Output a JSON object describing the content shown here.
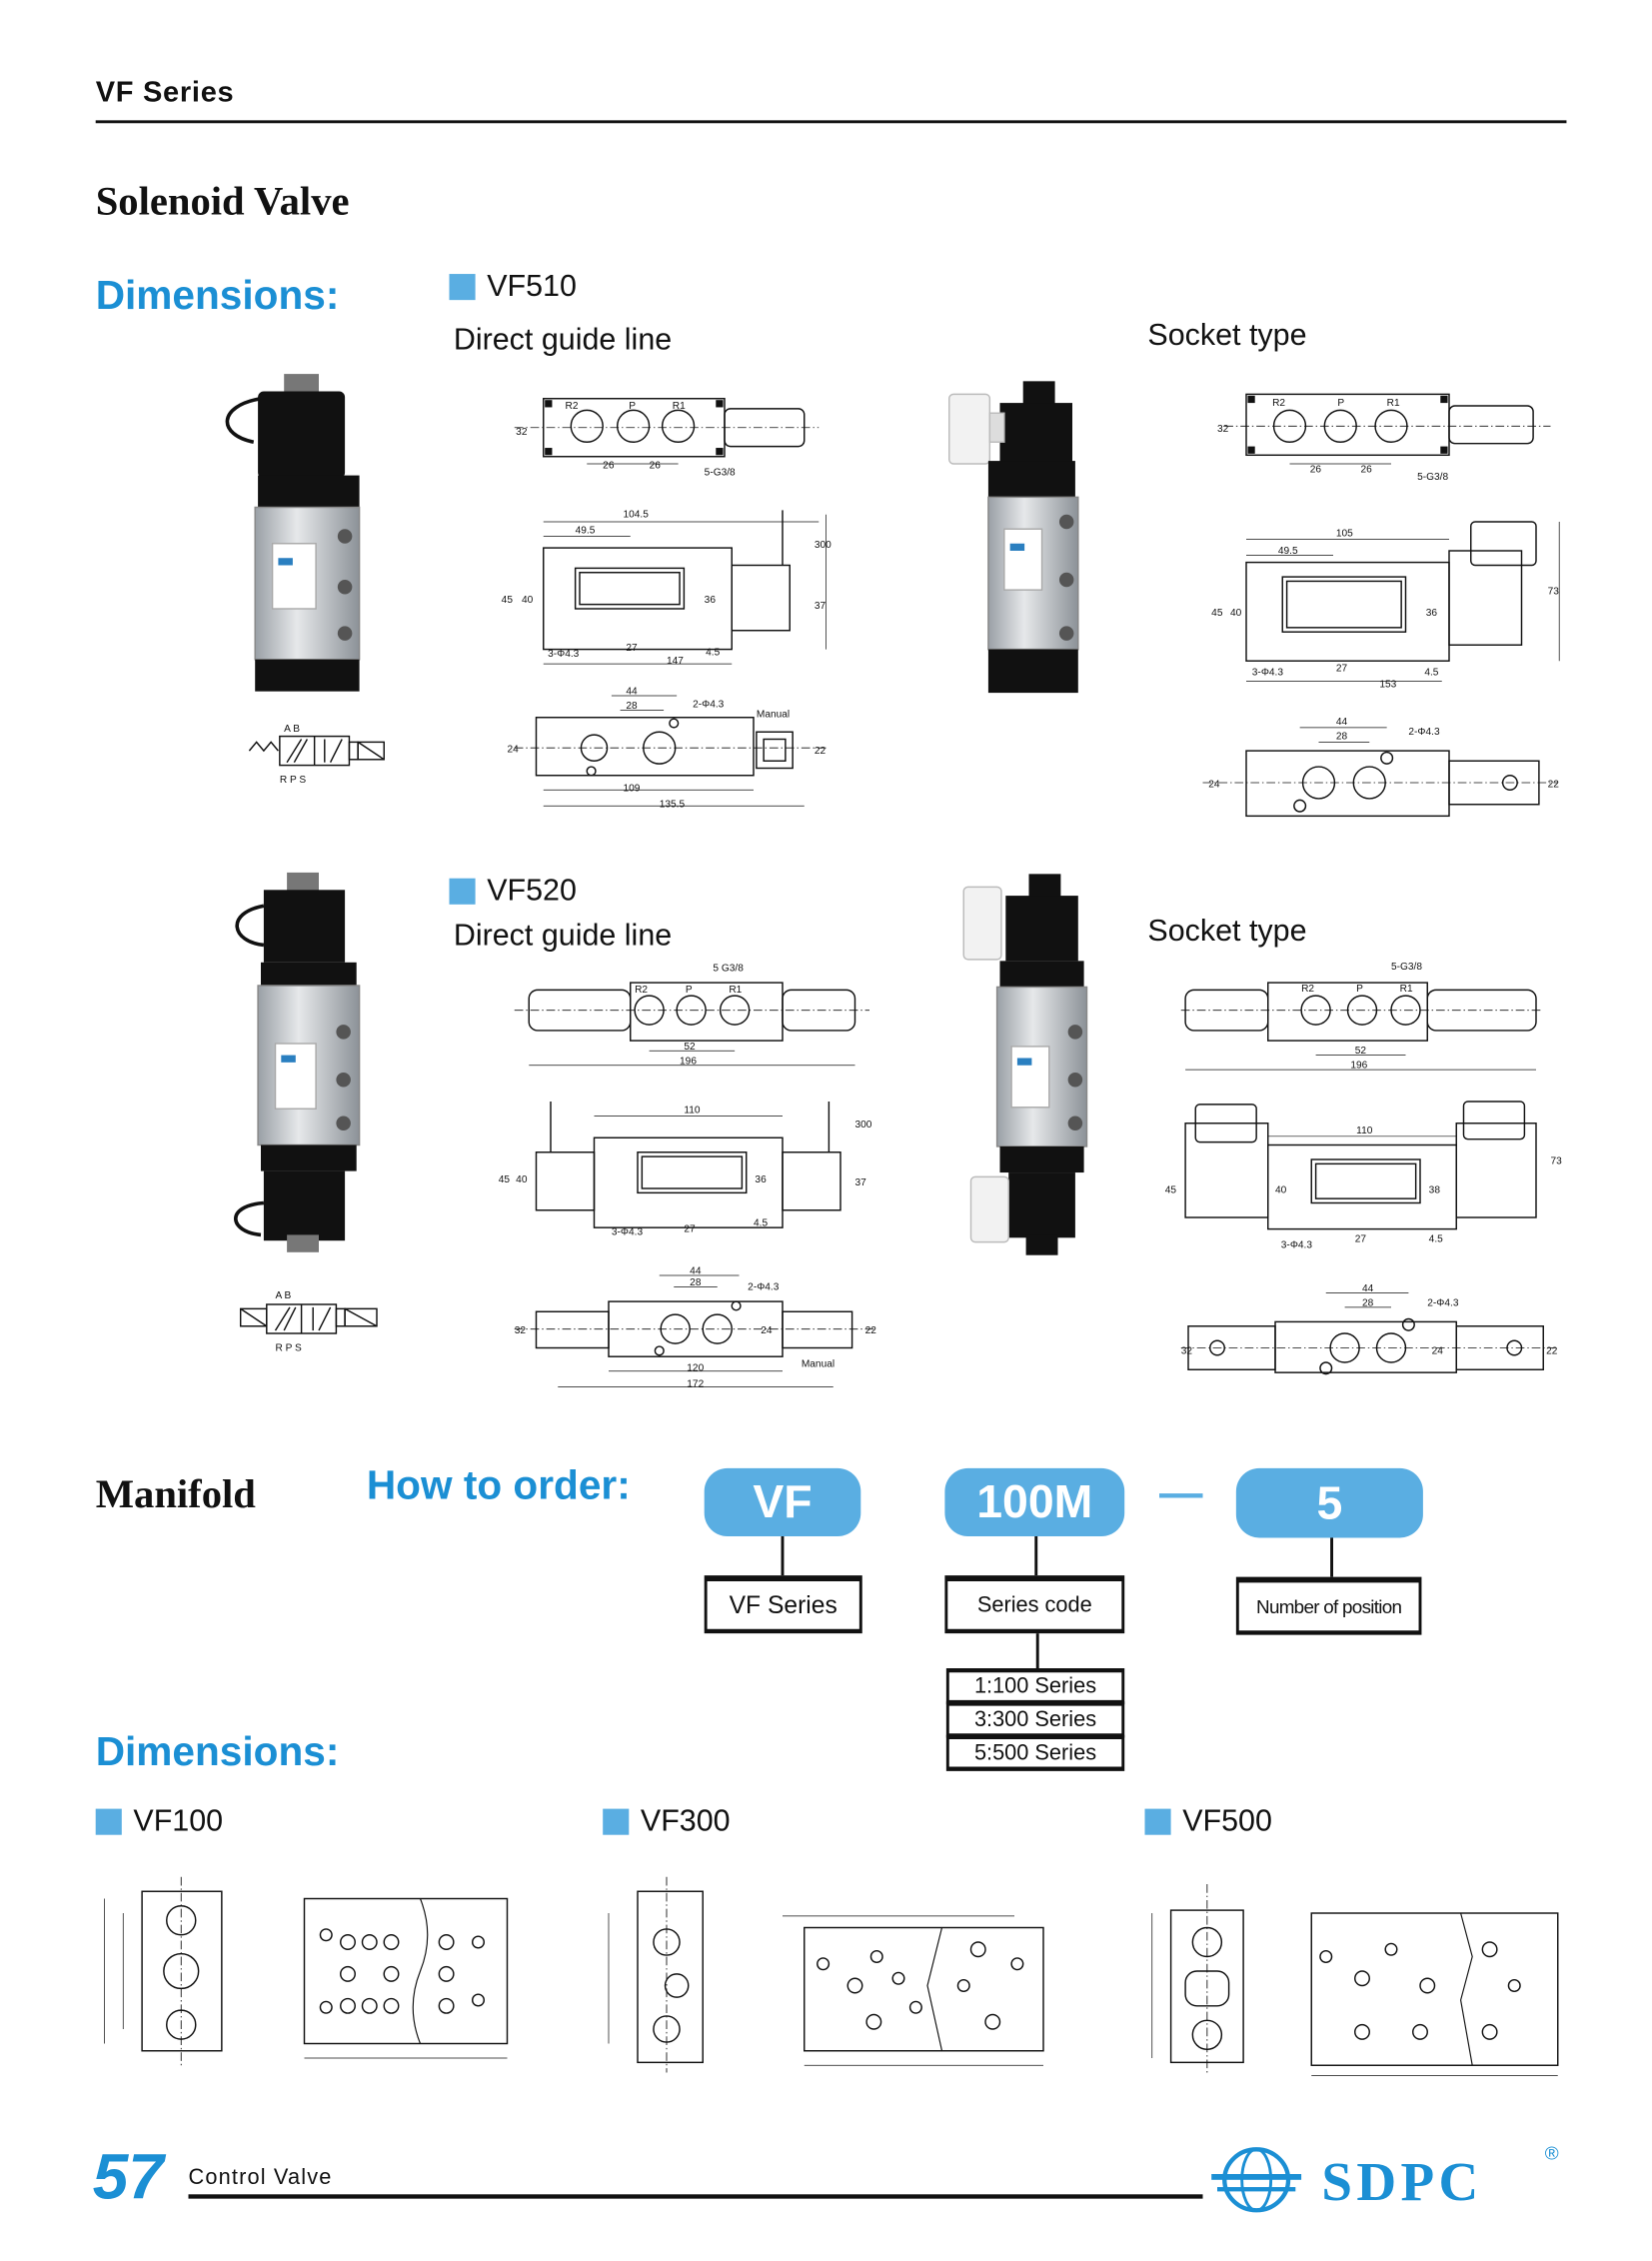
{
  "header": {
    "series_title": "VF Series"
  },
  "section_title": "Solenoid Valve",
  "dimensions_heading": "Dimensions:",
  "vf510": {
    "model": "VF510",
    "direct_label": "Direct guide line",
    "socket_label": "Socket type",
    "direct_labels": [
      "R2",
      "P",
      "R1",
      "32",
      "26",
      "26",
      "5-G3/8",
      "104.5",
      "49.5",
      "45",
      "40",
      "36",
      "37",
      "300",
      "3-Φ4.3",
      "27",
      "147",
      "4.5",
      "44",
      "28",
      "2-Φ4.3",
      "Manual",
      "24",
      "22",
      "109",
      "135.5"
    ],
    "socket_labels": [
      "R2",
      "P",
      "R1",
      "32",
      "26",
      "26",
      "5-G3/8",
      "105",
      "49.5",
      "45",
      "40",
      "36",
      "73",
      "3-Φ4.3",
      "27",
      "153",
      "4.5",
      "44",
      "28",
      "2-Φ4.3",
      "24",
      "22"
    ]
  },
  "vf520": {
    "model": "VF520",
    "direct_label": "Direct guide line",
    "socket_label": "Socket type",
    "direct_labels": [
      "5 G3/8",
      "R2",
      "P",
      "R1",
      "52",
      "196",
      "110",
      "45",
      "40",
      "36",
      "37",
      "300",
      "3-Φ4.3",
      "27",
      "4.5",
      "44",
      "28",
      "2-Φ4.3",
      "32",
      "24",
      "22",
      "Manual",
      "120",
      "172"
    ],
    "socket_labels": [
      "5-G3/8",
      "R2",
      "P",
      "R1",
      "52",
      "196",
      "110",
      "45",
      "40",
      "38",
      "73",
      "3-Φ4.3",
      "27",
      "4.5",
      "44",
      "28",
      "2-Φ4.3",
      "32",
      "24",
      "22"
    ]
  },
  "symbol": {
    "top_ports": "A B",
    "bottom_ports": "R P S"
  },
  "manifold": {
    "title": "Manifold",
    "how_to_order": "How to order:",
    "code_parts": [
      {
        "code": "VF",
        "meaning": "VF Series"
      },
      {
        "code": "100M",
        "meaning": "Series code"
      },
      {
        "code": "5",
        "meaning": "Number of position"
      }
    ],
    "separator": "—",
    "series_options": [
      "1:100 Series",
      "3:300 Series",
      "5:500 Series"
    ],
    "dimensions_heading": "Dimensions:",
    "models": [
      "VF100",
      "VF300",
      "VF500"
    ]
  },
  "footer": {
    "page_number": "57",
    "section": "Control Valve",
    "brand": "SDPC",
    "registered": "®"
  },
  "colors": {
    "accent": "#1b8fd4",
    "pill": "#5aaee2",
    "text": "#111111"
  }
}
